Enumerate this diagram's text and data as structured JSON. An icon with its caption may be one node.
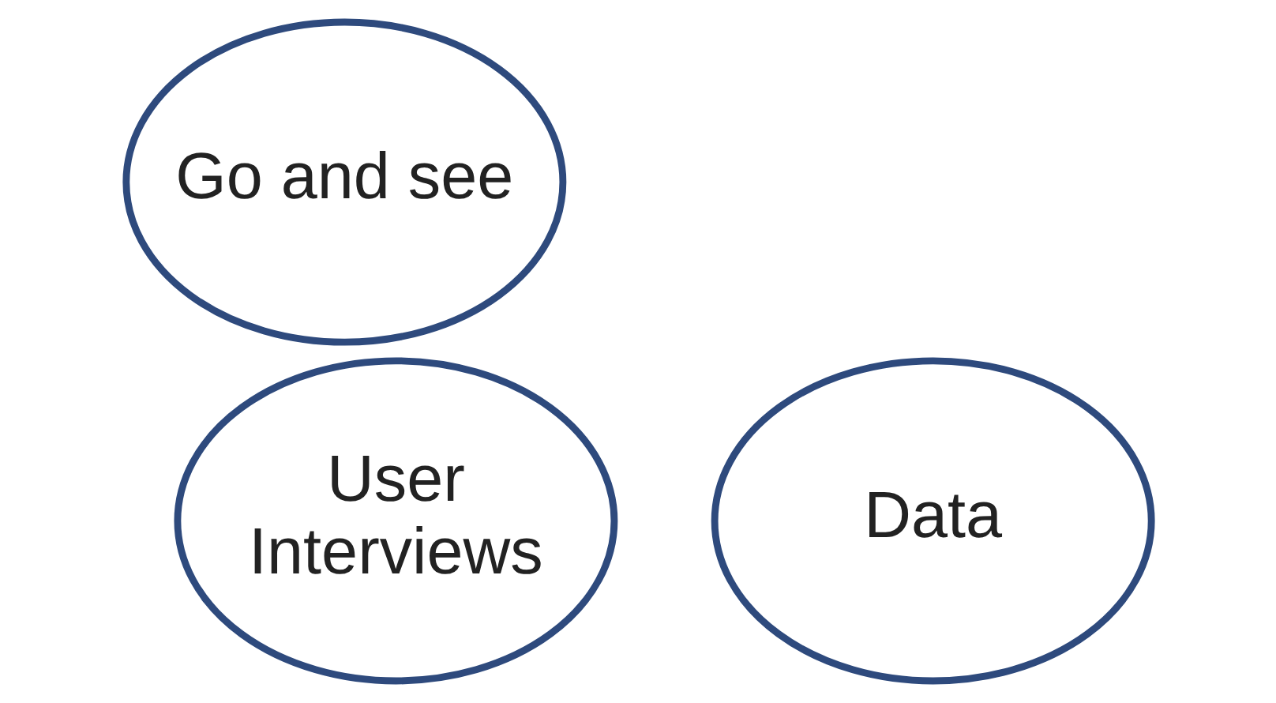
{
  "diagram": {
    "nodes": [
      {
        "text": [
          "Go and see"
        ]
      },
      {
        "text": [
          "User Interviews"
        ]
      },
      {
        "text": [
          "Data"
        ]
      }
    ]
  }
}
